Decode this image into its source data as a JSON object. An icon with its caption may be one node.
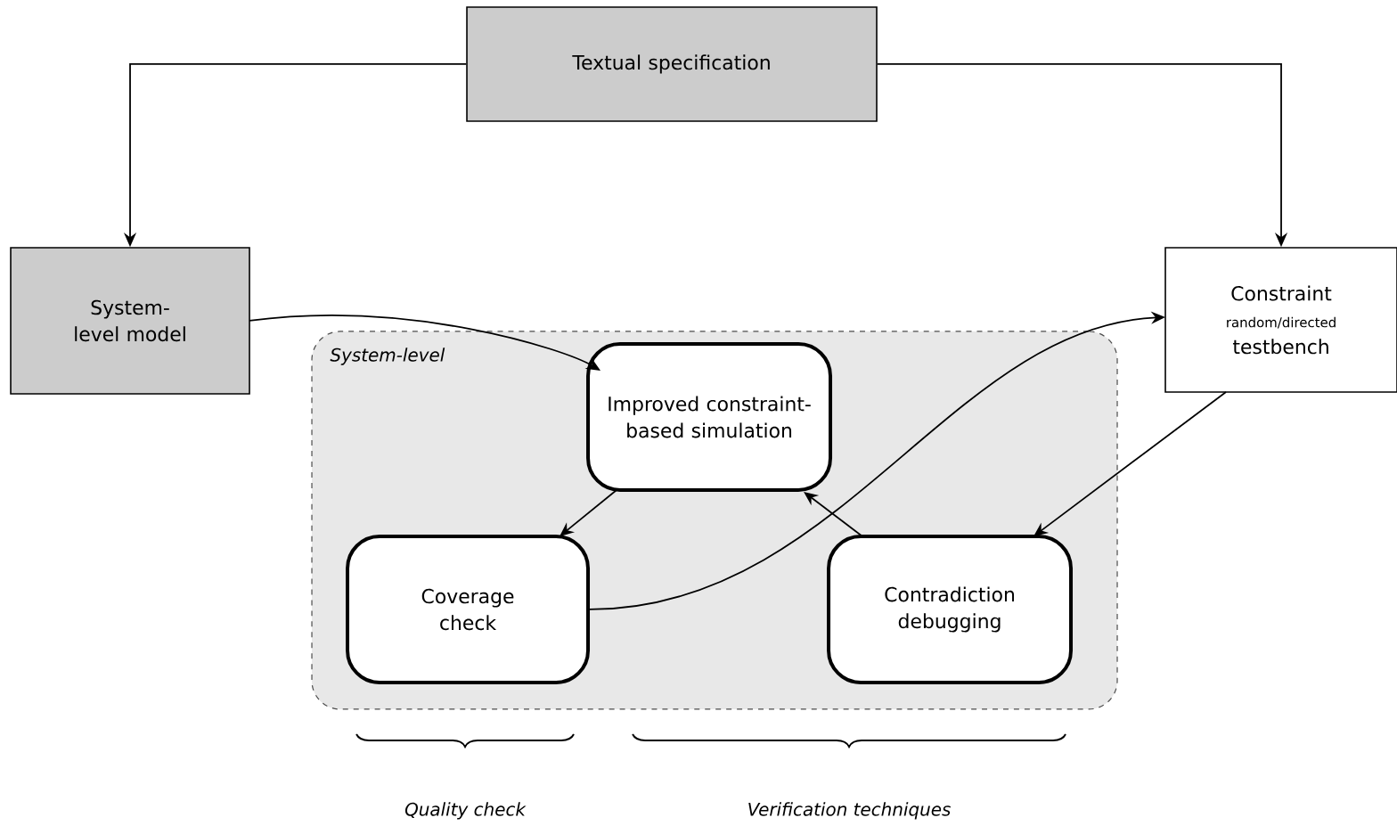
{
  "diagram": {
    "nodes": [
      {
        "text": [
          "Textual specification"
        ]
      },
      {
        "text": [
          "System-level model"
        ]
      },
      {
        "text": [
          "Constraint",
          "random/directed",
          "testbench"
        ]
      },
      {
        "text": [
          "System-level"
        ]
      },
      {
        "text": [
          "Improved constraint-based simulation"
        ],
        "in": 3
      },
      {
        "text": [
          "Coverage check"
        ],
        "in": 3
      },
      {
        "text": [
          "Contradiction debugging"
        ],
        "in": 3
      }
    ],
    "edges": [
      {
        "from": 0,
        "to": 1,
        "arrow": "to"
      },
      {
        "from": 0,
        "to": 2,
        "arrow": "to"
      },
      {
        "from": 1,
        "to": 4,
        "arrow": "to"
      },
      {
        "from": 5,
        "to": 2,
        "arrow": "to"
      },
      {
        "from": 2,
        "to": 6,
        "arrow": "to"
      },
      {
        "from": 4,
        "to": 5,
        "arrow": "to"
      },
      {
        "from": 6,
        "to": 4,
        "arrow": "to"
      }
    ],
    "labels": [
      "Quality check",
      "Verification techniques"
    ]
  }
}
